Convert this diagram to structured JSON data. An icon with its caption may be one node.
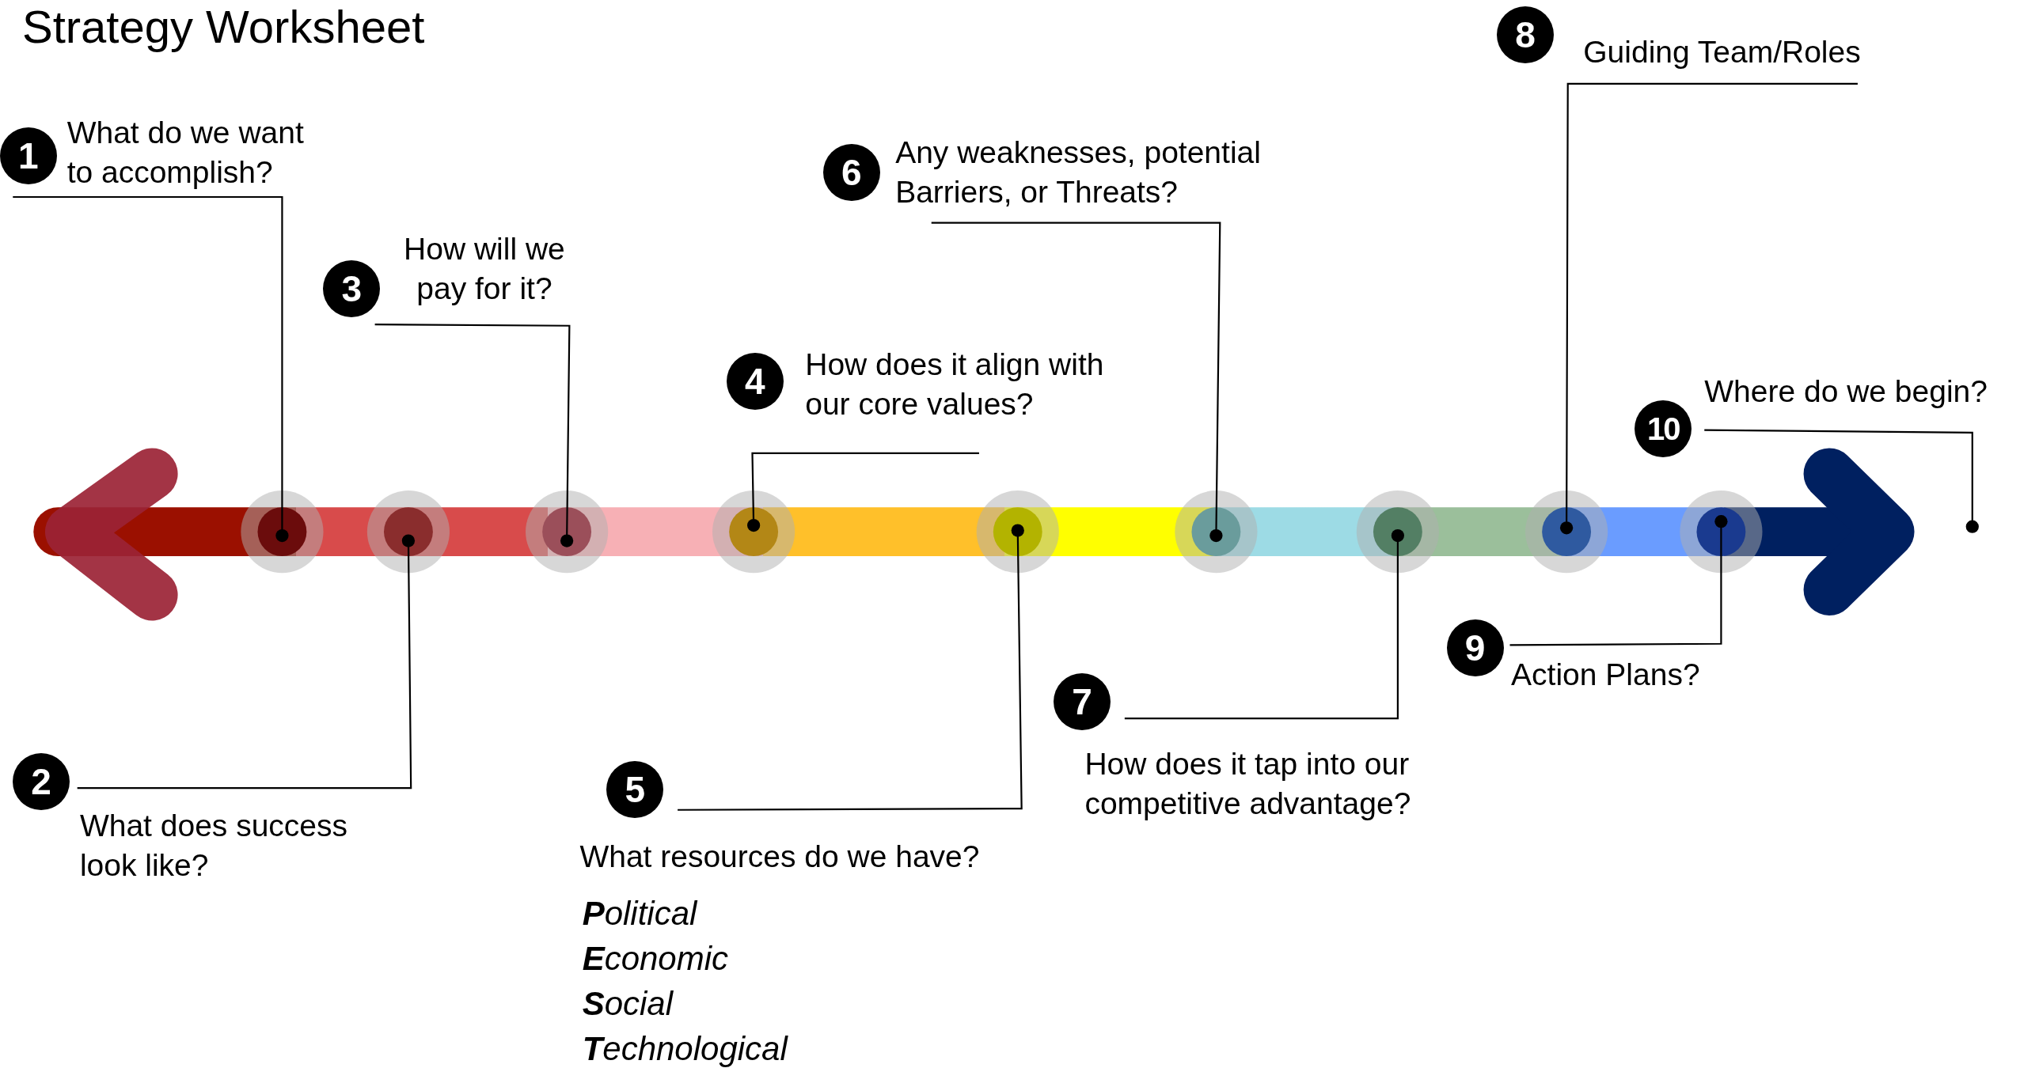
{
  "diagram": {
    "title": "Strategy Worksheet",
    "nodes": [
      {
        "text": [
          "1",
          "What do we want to accomplish?"
        ]
      },
      {
        "text": [
          "2",
          "What does success look like?"
        ]
      },
      {
        "text": [
          "3",
          "How will we pay for it?"
        ]
      },
      {
        "text": [
          "4",
          "How does it align with our core values?"
        ]
      },
      {
        "text": [
          "5",
          "What resources do we have?",
          "**P**olitical",
          "**E**conomic",
          "**S**ocial",
          "**T**echnological"
        ]
      },
      {
        "text": [
          "6",
          "Any weaknesses, potential Barriers, or Threats?"
        ]
      },
      {
        "text": [
          "7",
          "How does it tap into our competitive advantage?"
        ]
      },
      {
        "text": [
          "8",
          "Guiding Team/Roles"
        ]
      },
      {
        "text": [
          "9",
          "Action Plans?"
        ]
      },
      {
        "text": [
          "10",
          "Where do we begin?"
        ]
      },
      {
        "text": [],
        "shape": "circle"
      },
      {
        "text": [],
        "shape": "circle"
      },
      {
        "text": [],
        "shape": "circle"
      },
      {
        "text": [],
        "shape": "circle"
      },
      {
        "text": [],
        "shape": "circle"
      },
      {
        "text": [],
        "shape": "circle"
      },
      {
        "text": [],
        "shape": "circle"
      },
      {
        "text": [],
        "shape": "circle"
      },
      {
        "text": [],
        "shape": "circle"
      },
      {
        "text": [],
        "shape": "circle"
      }
    ],
    "edges": [
      {
        "from": 0,
        "to": 10,
        "arrow": "none"
      },
      {
        "from": 1,
        "to": 11,
        "arrow": "none"
      },
      {
        "from": 2,
        "to": 12,
        "arrow": "none"
      },
      {
        "from": 3,
        "to": 13,
        "arrow": "none"
      },
      {
        "from": 4,
        "to": 14,
        "arrow": "none"
      },
      {
        "from": 5,
        "to": 15,
        "arrow": "none"
      },
      {
        "from": 6,
        "to": 16,
        "arrow": "none"
      },
      {
        "from": 7,
        "to": 17,
        "arrow": "none"
      },
      {
        "from": 8,
        "to": 18,
        "arrow": "none"
      },
      {
        "from": 9,
        "to": 19,
        "arrow": "none"
      }
    ]
  }
}
